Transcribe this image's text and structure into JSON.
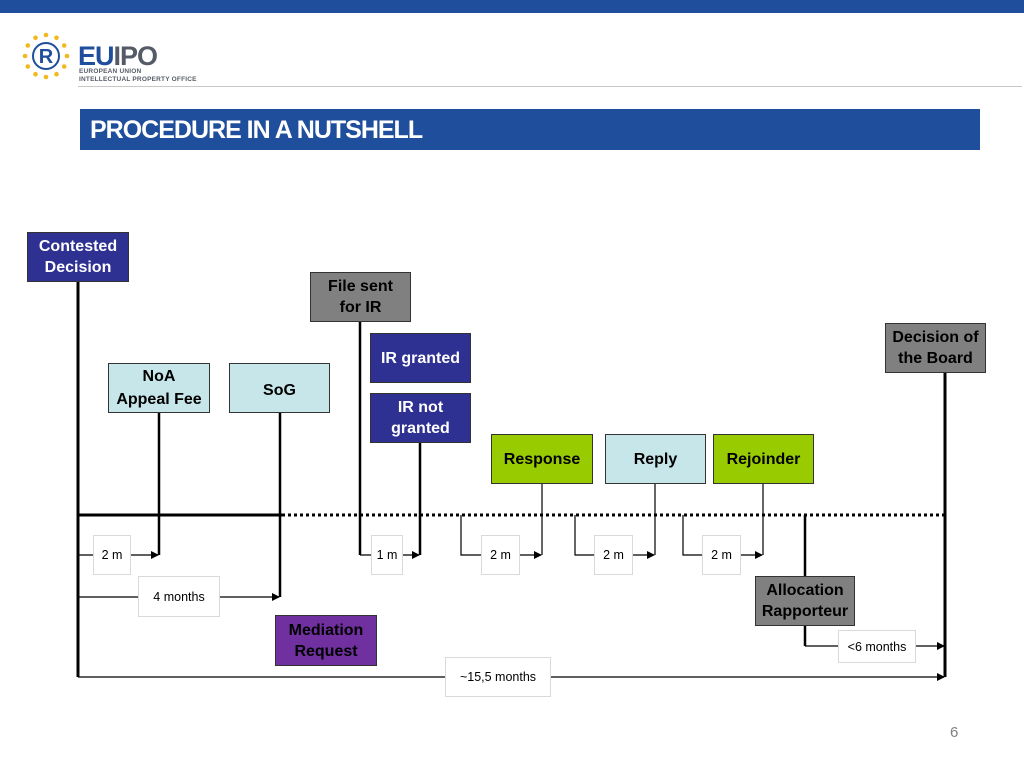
{
  "header": {
    "logo_main_1": "EU",
    "logo_main_2": "IPO",
    "logo_sub_1": "EUROPEAN UNION",
    "logo_sub_2": "INTELLECTUAL PROPERTY OFFICE",
    "logo_mark": "R"
  },
  "title": "PROCEDURE IN A NUTSHELL",
  "boxes": {
    "contested_decision": [
      "Contested",
      "Decision"
    ],
    "file_sent_for_ir": [
      "File sent",
      "for IR"
    ],
    "ir_granted": "IR granted",
    "ir_not_granted": [
      "IR not",
      "granted"
    ],
    "noa_appeal_fee": [
      "NoA",
      "Appeal Fee"
    ],
    "sog": "SoG",
    "response": "Response",
    "reply": "Reply",
    "rejoinder": "Rejoinder",
    "decision_of_the_board": [
      "Decision of",
      "the Board"
    ],
    "allocation_rapporteur": [
      "Allocation",
      "Rapporteur"
    ],
    "mediation_request": [
      "Mediation",
      "Request"
    ]
  },
  "durations": {
    "noa": "2 m",
    "sog": "4 months",
    "ir": "1 m",
    "response": "2 m",
    "reply": "2 m",
    "rejoinder": "2 m",
    "decision": "<6 months",
    "total": "~15,5 months"
  },
  "colors": {
    "brand_blue": "#1f4e9c",
    "navy": "#2e3192",
    "grey": "#808080",
    "light_blue": "#c7e6ea",
    "green": "#99cc00",
    "purple": "#7030a0"
  },
  "page_number": "6"
}
